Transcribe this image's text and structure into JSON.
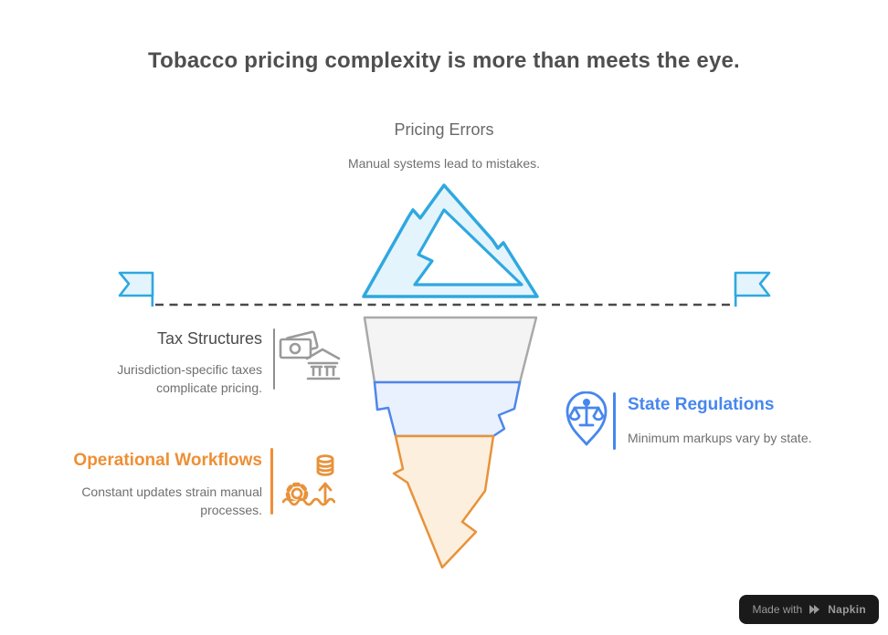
{
  "title": "Tobacco pricing complexity is more than meets the eye.",
  "sections": {
    "pricing_errors": {
      "title": "Pricing Errors",
      "subtitle": "Manual systems lead to mistakes."
    },
    "tax_structures": {
      "title": "Tax Structures",
      "subtitle": "Jurisdiction-specific taxes complicate pricing.",
      "icon": "bank-banknotes-icon",
      "accent_color": "#8F8F8F"
    },
    "state_regulations": {
      "title": "State Regulations",
      "subtitle": "Minimum markups vary by state.",
      "icon": "scales-location-pin-icon",
      "accent_color": "#4687EE"
    },
    "operational_workflows": {
      "title": "Operational Workflows",
      "subtitle": "Constant updates strain manual processes.",
      "icon": "gear-wave-coins-arrow-icon",
      "accent_color": "#EE8F35"
    }
  },
  "iceberg": {
    "tip_icon": "mountain-iceberg-icon",
    "flag_icon": "pennant-flag-icon",
    "waterline_style": "dashed",
    "colors": {
      "tip_stroke": "#2FA8DF",
      "tip_fill": "#E4F4FC",
      "layer_gray_stroke": "#A9A9A9",
      "layer_gray_fill": "#F4F4F5",
      "layer_blue_stroke": "#4E86EC",
      "layer_blue_fill": "#EAF1FE",
      "layer_orange_stroke": "#E8923A",
      "layer_orange_fill": "#FCEFDE",
      "waterline": "#4A4A4A"
    }
  },
  "text_colors": {
    "title": "#4F4F4F",
    "heading_gray": "#4C4C4C",
    "body_gray": "#6F6F6F"
  },
  "badge": {
    "prefix": "Made with",
    "brand": "Napkin",
    "icon": "napkin-logo-icon"
  }
}
